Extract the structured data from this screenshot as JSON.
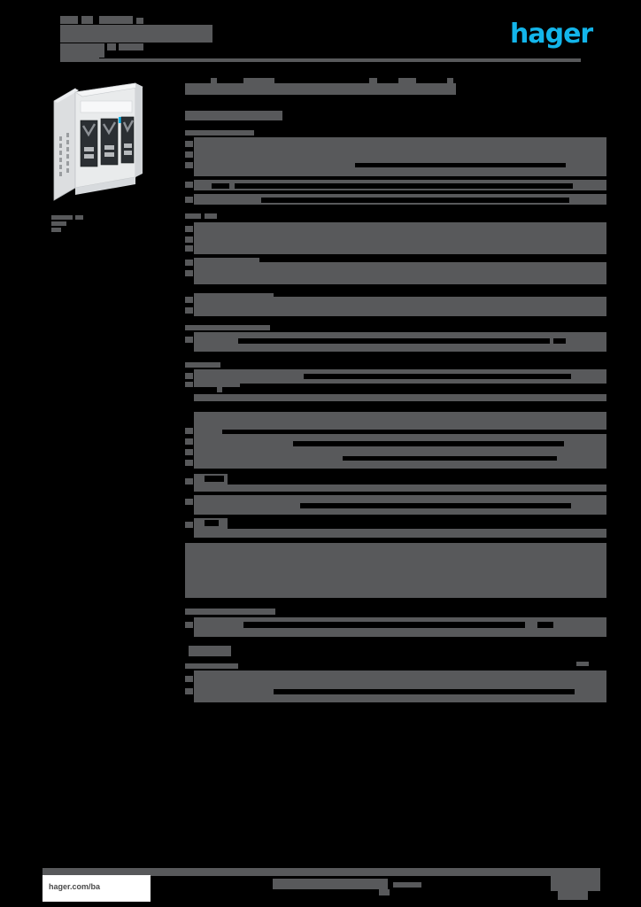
{
  "document": {
    "kind": "product-datasheet",
    "brand": "hager",
    "redacted": true,
    "page_background": "#000000",
    "redaction_color": "#58595b",
    "accent_color": "#13b5ea"
  },
  "header": {
    "title_redacted": "",
    "subtitle_redacted": "",
    "logo_text": "hager",
    "logo_color": "#13b5ea",
    "rule_color": "#58595b"
  },
  "product": {
    "image_alt": "fuse switch disconnector",
    "caption_redacted": ""
  },
  "content": {
    "page_title_redacted": "",
    "section_label_redacted": "",
    "sections": [
      {
        "heading_redacted": "",
        "rows": []
      },
      {
        "heading_redacted": "",
        "rows": []
      },
      {
        "heading_redacted": "",
        "rows": []
      },
      {
        "heading_redacted": "",
        "rows": []
      },
      {
        "heading_redacted": "",
        "rows": []
      },
      {
        "heading_redacted": "",
        "rows": []
      },
      {
        "heading_redacted": "",
        "rows": []
      }
    ]
  },
  "footer": {
    "url": "hager.com/ba",
    "center_redacted": "",
    "page_number_redacted": ""
  }
}
